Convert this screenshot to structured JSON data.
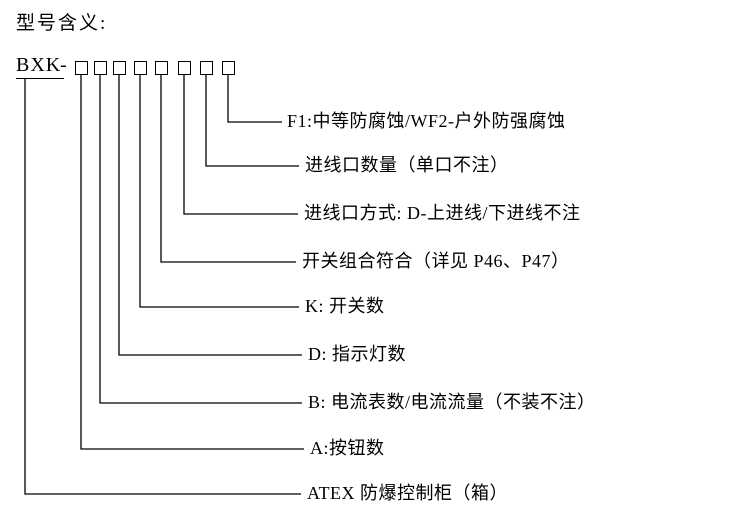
{
  "title": "型号含义:",
  "model": {
    "prefix": "BXK",
    "separator": "-",
    "box_count": 8
  },
  "labels": [
    {
      "id": "corrosion",
      "text": "F1:中等防腐蚀/WF2-户外防强腐蚀"
    },
    {
      "id": "inlet-count",
      "text": "进线口数量（单口不注）"
    },
    {
      "id": "inlet-type",
      "text": "进线口方式: D-上进线/下进线不注"
    },
    {
      "id": "switch-combination",
      "text": "开关组合符合（详见 P46、P47）"
    },
    {
      "id": "switch-count",
      "text": "K: 开关数"
    },
    {
      "id": "indicator-count",
      "text": "D: 指示灯数"
    },
    {
      "id": "ammeter-count",
      "text": "B: 电流表数/电流流量（不装不注）"
    },
    {
      "id": "button-count",
      "text": "A:按钮数"
    },
    {
      "id": "product-type",
      "text": "ATEX 防爆控制柜（箱）"
    }
  ]
}
